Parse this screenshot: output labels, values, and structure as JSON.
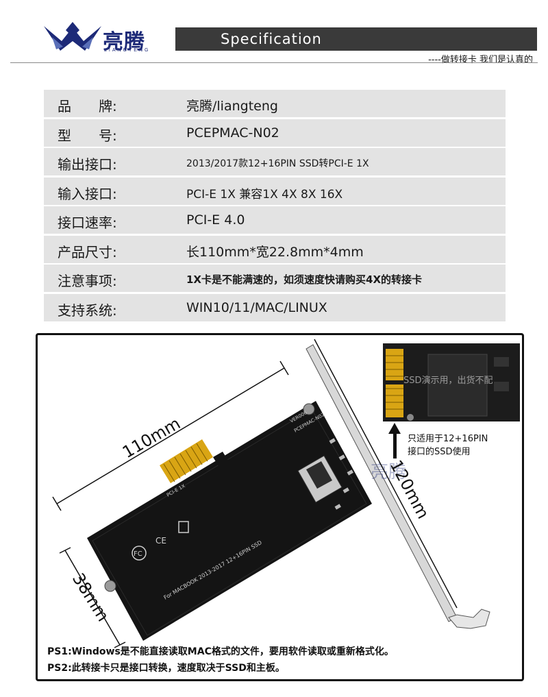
{
  "header": {
    "logo_cn": "亮腾",
    "logo_en": "LIANGTENG",
    "title": "Specification",
    "slogan": "----做转接卡 我们是认真的"
  },
  "specs": [
    {
      "label": "品　　牌:",
      "value": "亮腾/liangteng"
    },
    {
      "label": "型　　号:",
      "value": "PCEPMAC-N02"
    },
    {
      "label": "输出接口:",
      "value": "2013/2017款12+16PIN SSD转PCI-E 1X"
    },
    {
      "label": "输入接口:",
      "value": "PCI-E 1X 兼容1X 4X 8X 16X"
    },
    {
      "label": "接口速率:",
      "value": "PCI-E 4.0"
    },
    {
      "label": "产品尺寸:",
      "value": "长110mm*宽22.8mm*4mm"
    },
    {
      "label": "注意事项:",
      "value": "1X卡是不能满速的，如须速度快请购买4X的转接卡"
    },
    {
      "label": "支持系统:",
      "value": "WIN10/11/MAC/LINUX"
    }
  ],
  "product": {
    "dim_length": "110mm",
    "dim_height": "120mm",
    "dim_width": "38mm",
    "ssd_watermark": "SSD演示用，出货不配",
    "note_line1": "只适用于12+16PIN",
    "note_line2": "接口的SSD使用",
    "board_text_model": "PCEPMAC-N02",
    "board_text_ver": "VER006",
    "board_text_bottom": "For MACBOOK 2013-2017 12+16PIN SSD",
    "board_text_pcie": "PCI-E 1X",
    "watermark_logo": "亮腾"
  },
  "notes": {
    "ps1": "PS1:Windows是不能直接读取MAC格式的文件，要用软件读取或重新格式化。",
    "ps2": "PS2:此转接卡只是接口转换，速度取决于SSD和主板。"
  },
  "colors": {
    "brand": "#1d2a78",
    "spec_bar": "#3a3a3a",
    "row_bg": "#e3e3e3",
    "pcb": "#141414",
    "gold": "#d9a514"
  }
}
